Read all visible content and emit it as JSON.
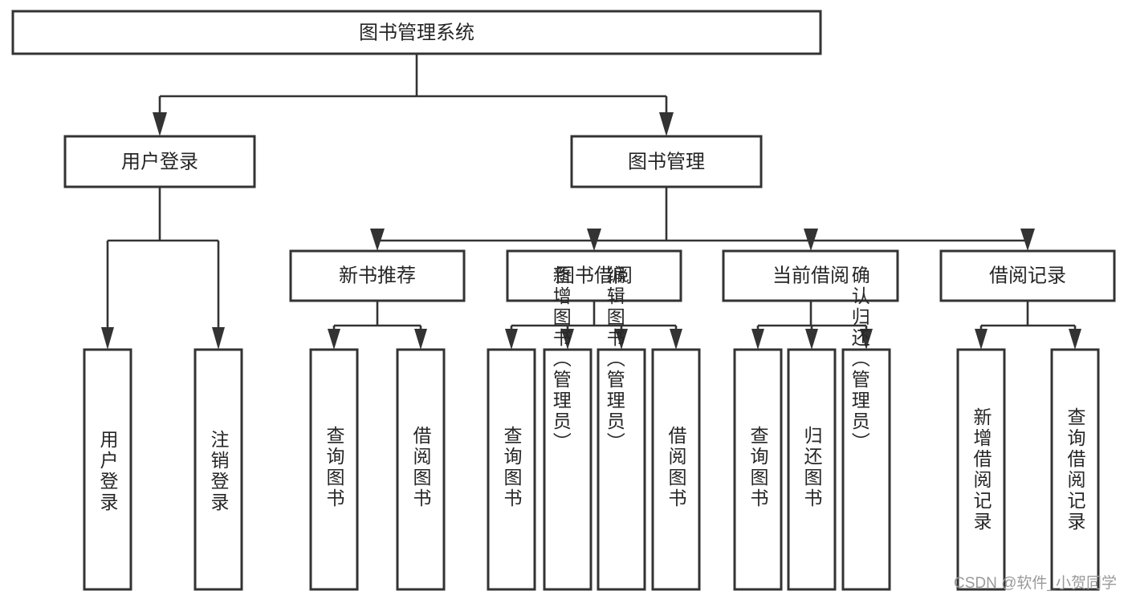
{
  "diagram": {
    "title": "图书管理系统",
    "type": "tree-hierarchy",
    "watermark": "CSDN @软件_小贺同学",
    "colors": {
      "box_stroke": "#333333",
      "box_fill": "#ffffff",
      "connector": "#333333",
      "text": "#262626",
      "watermark_text": "#9a9a9a",
      "background": "#ffffff"
    },
    "root": {
      "label": "图书管理系统"
    },
    "level2": [
      {
        "label": "用户登录"
      },
      {
        "label": "图书管理"
      }
    ],
    "level3": [
      {
        "label": "新书推荐"
      },
      {
        "label": "图书借阅"
      },
      {
        "label": "当前借阅"
      },
      {
        "label": "借阅记录"
      }
    ],
    "leaves": {
      "user_login": [
        {
          "label": "用户登录"
        },
        {
          "label": "注销登录"
        }
      ],
      "new_book_recommend": [
        {
          "label": "查询图书"
        },
        {
          "label": "借阅图书"
        }
      ],
      "book_borrow": [
        {
          "label": "查询图书"
        },
        {
          "label": "新增图书（管理员）"
        },
        {
          "label": "编辑图书（管理员）"
        },
        {
          "label": "借阅图书"
        }
      ],
      "current_borrow": [
        {
          "label": "查询图书"
        },
        {
          "label": "归还图书"
        },
        {
          "label": "确认归还（管理员）"
        }
      ],
      "borrow_records": [
        {
          "label": "新增借阅记录"
        },
        {
          "label": "查询借阅记录"
        }
      ]
    }
  }
}
